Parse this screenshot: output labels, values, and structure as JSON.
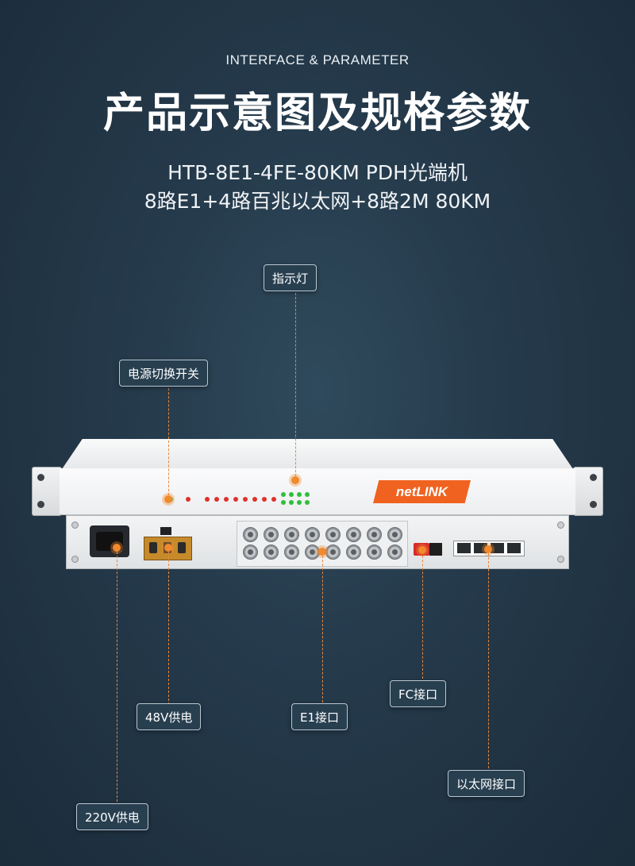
{
  "header": {
    "subtitle": "INTERFACE & PARAMETER",
    "title": "产品示意图及规格参数",
    "model": "HTB-8E1-4FE-80KM PDH光端机",
    "description": "8路E1+4路百兆以太网+8路2M 80KM"
  },
  "labels": {
    "indicator": "指示灯",
    "power_switch": "电源切换开关",
    "dc_48v": "48V供电",
    "e1_port": "E1接口",
    "fc_port": "FC接口",
    "ethernet_port": "以太网接口",
    "ac_220v": "220V供电"
  },
  "device": {
    "brand": "netLINK",
    "brand_color": "#f0621f",
    "accent_color": "#f08a2e"
  }
}
